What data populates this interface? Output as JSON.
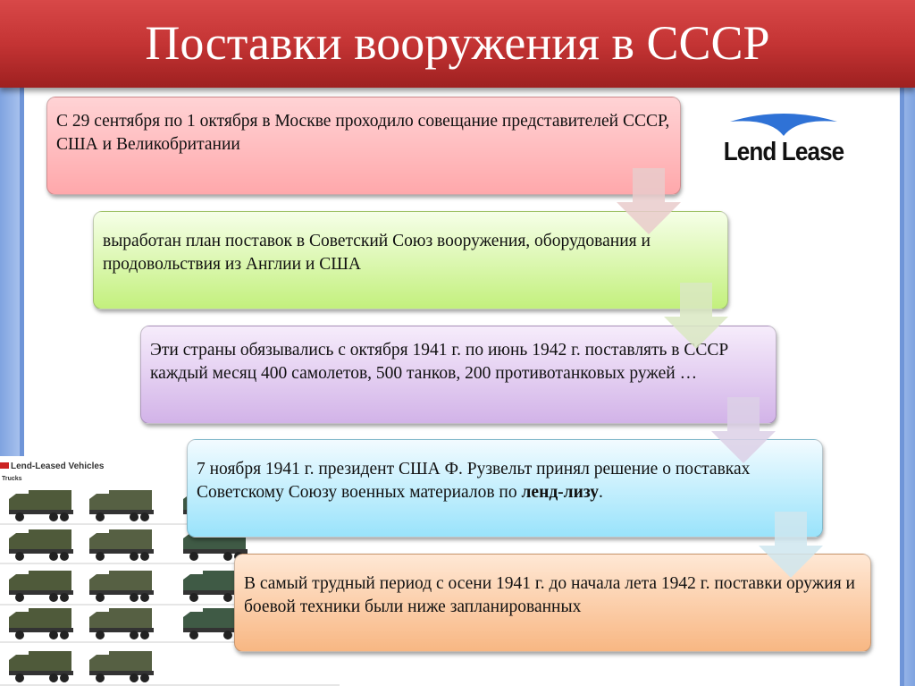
{
  "slide": {
    "title": "Поставки вооружения в СССР",
    "logo_text": "Lend Lease",
    "image": {
      "heading": "Lend-Leased Vehicles",
      "subheading": "Trucks"
    },
    "steps": [
      {
        "text": "С 29 сентября по 1 октября в Москве проходило совещание представителей СССР, США и Великобритании",
        "color": "#ffb9bc"
      },
      {
        "text": "выработан план поставок в Советский Союз вооружения, оборудования и продовольствия из Англии и США",
        "color": "#d8f5a6"
      },
      {
        "text": "Эти страны обязывались с октября 1941 г. по июнь 1942 г. поставлять в СССР каждый месяц 400 самолетов, 500 танков, 200 противотанковых ружей …",
        "color": "#dcc3ee"
      },
      {
        "text_before": "7 ноября 1941 г. президент США Ф. Рузвельт принял решение о поставках Советскому Союзу военных материалов по ",
        "text_bold": "ленд-лизу",
        "text_after": ".",
        "color": "#b5ebfc"
      },
      {
        "text": "В самый трудный период с осени 1941 г. до начала лета 1942 г. поставки оружия и боевой техники были ниже запланированных",
        "color": "#fbc99c"
      }
    ],
    "colors": {
      "title_bar": "#c43434",
      "arrow": "#e8c8c8",
      "border": "#6f95d8"
    }
  }
}
